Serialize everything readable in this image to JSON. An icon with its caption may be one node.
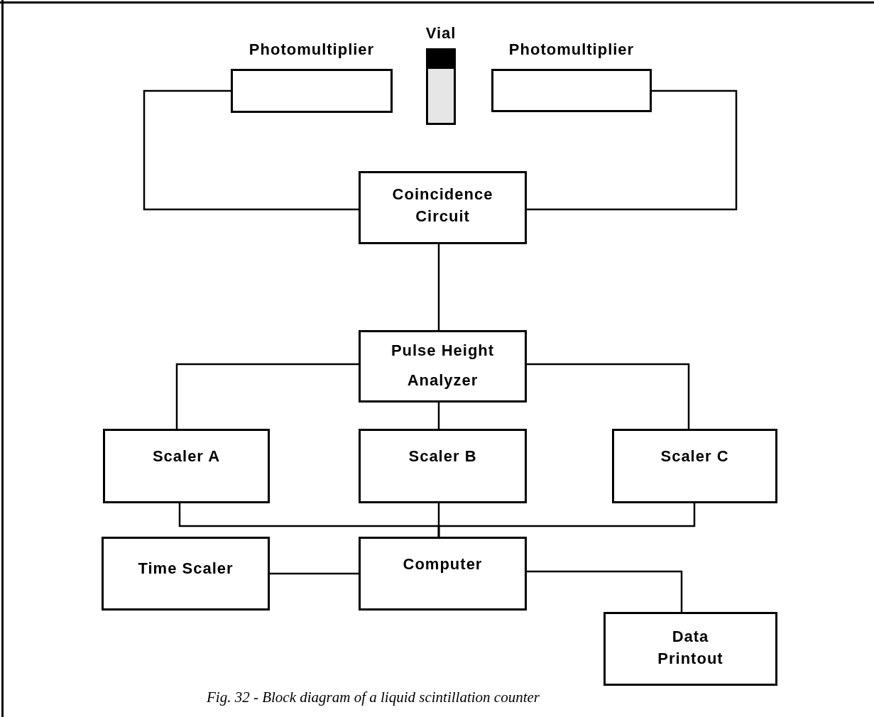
{
  "diagram": {
    "caption": "Fig. 32 - Block diagram of a liquid scintillation counter",
    "nodes": [
      {
        "text": [
          "Photomultiplier"
        ]
      },
      {
        "text": [
          "Vial"
        ]
      },
      {
        "text": [
          "Photomultiplier"
        ]
      },
      {
        "text": [
          "Coincidence Circuit"
        ]
      },
      {
        "text": [
          "Pulse Height Analyzer"
        ]
      },
      {
        "text": [
          "Scaler A"
        ]
      },
      {
        "text": [
          "Scaler B"
        ]
      },
      {
        "text": [
          "Scaler C"
        ]
      },
      {
        "text": [
          "Time Scaler"
        ]
      },
      {
        "text": [
          "Computer"
        ]
      },
      {
        "text": [
          "Data Printout"
        ]
      }
    ],
    "edges": [
      {
        "from": 0,
        "to": 3,
        "arrow": "none"
      },
      {
        "from": 2,
        "to": 3,
        "arrow": "none"
      },
      {
        "from": 3,
        "to": 4,
        "arrow": "none"
      },
      {
        "from": 4,
        "to": 5,
        "arrow": "none"
      },
      {
        "from": 4,
        "to": 6,
        "arrow": "none"
      },
      {
        "from": 4,
        "to": 7,
        "arrow": "none"
      },
      {
        "from": 5,
        "to": 9,
        "arrow": "none"
      },
      {
        "from": 6,
        "to": 9,
        "arrow": "none"
      },
      {
        "from": 7,
        "to": 9,
        "arrow": "none"
      },
      {
        "from": 8,
        "to": 9,
        "arrow": "none"
      },
      {
        "from": 9,
        "to": 10,
        "arrow": "none"
      }
    ]
  }
}
